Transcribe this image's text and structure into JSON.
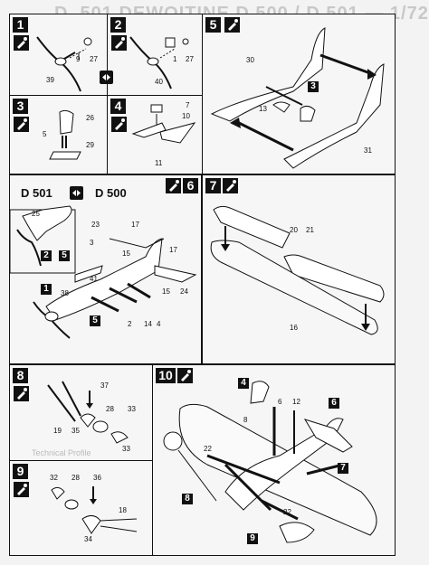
{
  "header": {
    "title": "D. 501 DEWOITINE D 500 / D 501 — 1/72"
  },
  "steps": {
    "s1": {
      "num": "1",
      "parts": [
        "39",
        "9",
        "27"
      ]
    },
    "s2": {
      "num": "2",
      "parts": [
        "40",
        "1",
        "27"
      ]
    },
    "s3": {
      "num": "3",
      "parts": [
        "26",
        "5",
        "29"
      ]
    },
    "s4": {
      "num": "4",
      "parts": [
        "7",
        "10",
        "11"
      ]
    },
    "s5": {
      "num": "5",
      "parts": [
        "30",
        "13",
        "31"
      ],
      "callouts": [
        "3"
      ]
    },
    "s6": {
      "num": "6",
      "variant_a": "D 501",
      "variant_b": "D 500",
      "parts": [
        "25",
        "23",
        "17",
        "3",
        "15",
        "41",
        "38",
        "17",
        "15",
        "24",
        "2",
        "14",
        "4"
      ],
      "callouts": [
        "2",
        "5",
        "1",
        "5"
      ]
    },
    "s7": {
      "num": "7",
      "parts": [
        "20",
        "21",
        "16"
      ]
    },
    "s8": {
      "num": "8",
      "parts": [
        "37",
        "28",
        "33",
        "19",
        "35",
        "33"
      ],
      "ghost": "Technical Profile"
    },
    "s9": {
      "num": "9",
      "parts": [
        "32",
        "28",
        "36",
        "18",
        "34"
      ]
    },
    "s10": {
      "num": "10",
      "parts": [
        "8",
        "6",
        "12",
        "22",
        "22"
      ],
      "callouts": [
        "4",
        "6",
        "7",
        "8",
        "9"
      ]
    }
  }
}
